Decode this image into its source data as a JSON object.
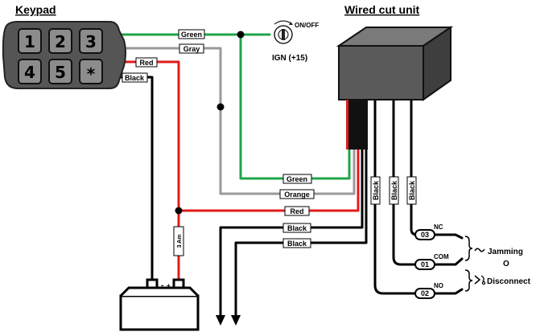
{
  "titles": {
    "keypad": "Keypad",
    "cut_unit": "Wired cut unit"
  },
  "keypad": {
    "keys": [
      "1",
      "2",
      "3",
      "4",
      "5",
      "*"
    ]
  },
  "ignition": {
    "switch_label": "ON/OFF",
    "label": "IGN (+15)"
  },
  "wire_tags": {
    "keypad_green": "Green",
    "keypad_gray": "Gray",
    "keypad_red": "Red",
    "keypad_black": "Black",
    "unit_green": "Green",
    "unit_orange": "Orange",
    "unit_red": "Red",
    "unit_black_1": "Black",
    "unit_black_2": "Black",
    "relay_black_1": "Black",
    "relay_black_2": "Black",
    "relay_black_3": "Black"
  },
  "fuse": {
    "label": "3 Am"
  },
  "battery": {
    "minus": "-",
    "plus": "+"
  },
  "relay_terminals": [
    {
      "number": "03",
      "name": "NC"
    },
    {
      "number": "01",
      "name": "COM"
    },
    {
      "number": "02",
      "name": "NO"
    }
  ],
  "modes": {
    "jamming": "Jamming",
    "or": "O",
    "disconnect": "Disconnect"
  },
  "colors": {
    "green": "#1fa64a",
    "gray": "#9a9a9a",
    "red": "#e01b1b",
    "black": "#000000",
    "keypad_body": "#555555",
    "key_face": "#8c8c8c",
    "unit_body": "#5a5a5a"
  }
}
